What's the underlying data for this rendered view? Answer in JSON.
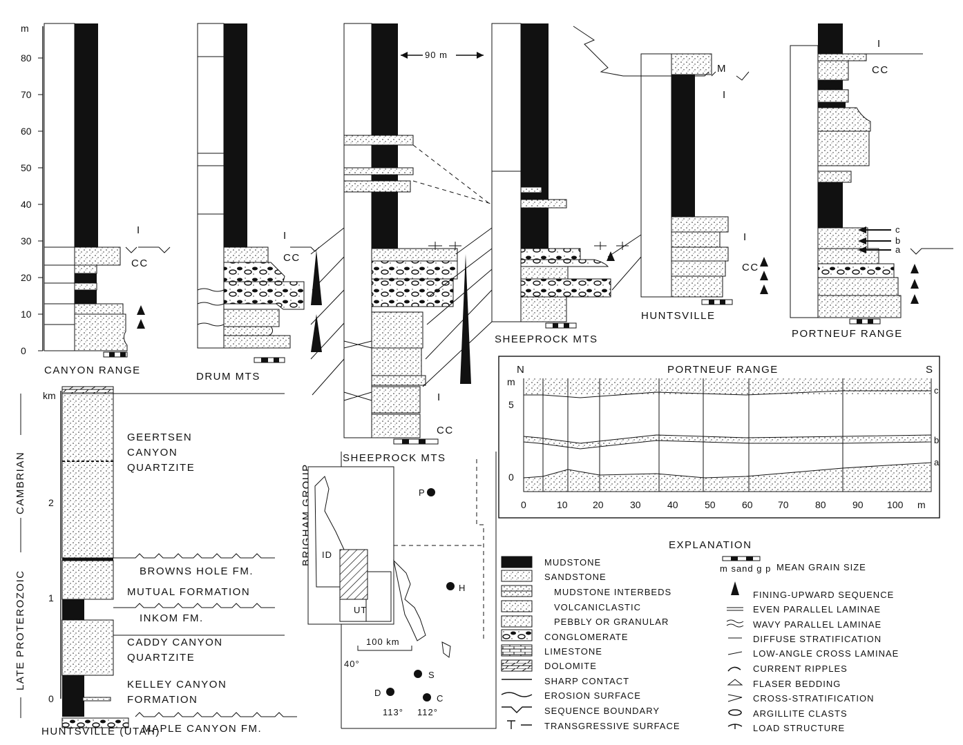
{
  "left_axis": {
    "unit": "m",
    "ticks": [
      "0",
      "10",
      "20",
      "30",
      "40",
      "50",
      "60",
      "70",
      "80"
    ]
  },
  "sections": [
    {
      "name": "CANYON RANGE",
      "labels": [
        "I",
        "CC"
      ]
    },
    {
      "name": "DRUM MTS",
      "labels": [
        "I",
        "CC"
      ]
    },
    {
      "name": "SHEEPROCK MTS",
      "labels": [
        "I",
        "CC"
      ],
      "gap_label": "90 m"
    },
    {
      "name": "SHEEPROCK MTS",
      "labels": []
    },
    {
      "name": "HUNTSVILLE",
      "labels": [
        "M",
        "I",
        "CC"
      ]
    },
    {
      "name": "PORTNEUF RANGE",
      "labels": [
        "I",
        "CC",
        "c",
        "b",
        "a"
      ]
    }
  ],
  "stratigraphy": {
    "ages": [
      "CAMBRIAN",
      "LATE PROTEROZOIC"
    ],
    "group": "BRIGHAM GROUP",
    "units": [
      "GEERTSEN CANYON QUARTZITE",
      "BROWNS HOLE FM.",
      "MUTUAL FORMATION",
      "INKOM FM.",
      "CADDY CANYON QUARTZITE",
      "KELLEY CANYON FORMATION",
      "MAPLE CANYON FM."
    ],
    "scale_unit": "km",
    "scale_ticks": [
      "0",
      "1",
      "2"
    ],
    "title": "HUNTSVILLE (UTAH)"
  },
  "map": {
    "states": [
      "ID",
      "UT"
    ],
    "points": [
      "P",
      "H",
      "S",
      "D",
      "C"
    ],
    "scale": "100 km",
    "lat": "40°",
    "lon": [
      "113°",
      "112°"
    ]
  },
  "portneuf_profile": {
    "title": "PORTNEUF RANGE",
    "ends": [
      "N",
      "S"
    ],
    "y_unit": "m",
    "y_ticks": [
      "0",
      "5"
    ],
    "x_ticks": [
      "0",
      "10",
      "20",
      "30",
      "40",
      "50",
      "60",
      "70",
      "80",
      "90",
      "100"
    ],
    "x_unit": "m",
    "horizons": [
      "c",
      "b",
      "a"
    ]
  },
  "explanation": {
    "title": "EXPLANATION",
    "left": [
      "MUDSTONE",
      "SANDSTONE",
      "MUDSTONE INTERBEDS",
      "VOLCANICLASTIC",
      "PEBBLY OR GRANULAR",
      "CONGLOMERATE",
      "LIMESTONE",
      "DOLOMITE",
      "SHARP CONTACT",
      "EROSION SURFACE",
      "SEQUENCE BOUNDARY",
      "TRANSGRESSIVE SURFACE"
    ],
    "grain_axis": "m sand g p",
    "grain_label": "MEAN GRAIN SIZE",
    "right": [
      "FINING-UPWARD SEQUENCE",
      "EVEN PARALLEL LAMINAE",
      "WAVY PARALLEL LAMINAE",
      "DIFFUSE STRATIFICATION",
      "LOW-ANGLE CROSS LAMINAE",
      "CURRENT RIPPLES",
      "FLASER BEDDING",
      "CROSS-STRATIFICATION",
      "ARGILLITE CLASTS",
      "LOAD STRUCTURE"
    ]
  }
}
